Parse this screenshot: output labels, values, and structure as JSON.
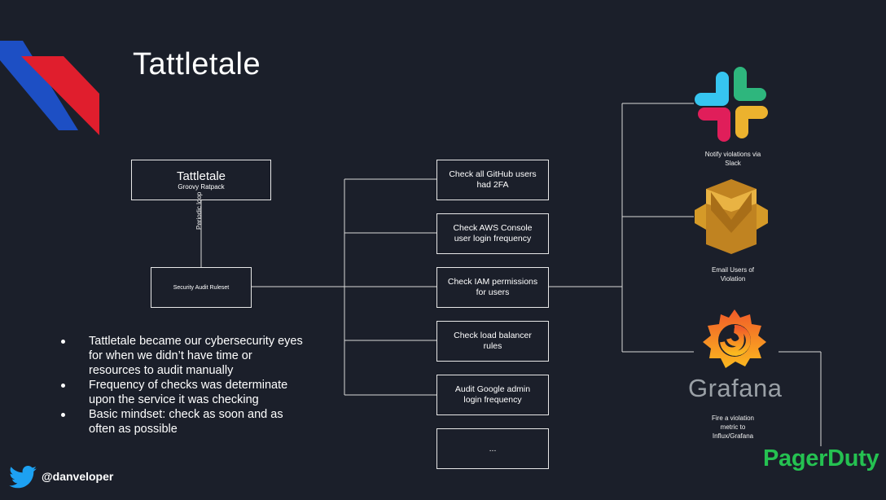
{
  "slide": {
    "title": "Tattletale",
    "main_box": {
      "title": "Tattletale",
      "subtitle": "Groovy Ratpack"
    },
    "loop_label": "Periodic loop",
    "ruleset_label": "Security Audit Ruleset",
    "checks": [
      {
        "label": "Check all GitHub users had 2FA"
      },
      {
        "label": "Check AWS Console user login frequency"
      },
      {
        "label": "Check IAM permissions for users"
      },
      {
        "label": "Check load balancer rules"
      },
      {
        "label": "Audit Google admin login frequency"
      },
      {
        "label": "..."
      }
    ],
    "outputs": {
      "slack_caption": "Notify violations via Slack",
      "email_caption": "Email Users of Violation",
      "grafana_word": "Grafana",
      "grafana_caption": "Fire a violation metric to Influx/Grafana",
      "pagerduty_word": "PagerDuty"
    },
    "bullets": [
      "Tattletale became our cybersecurity eyes for when we didn’t have time or resources to audit manually",
      "Frequency of checks was determinate upon the service it was checking",
      "Basic mindset: check as soon and as often as possible"
    ],
    "footer": {
      "handle": "@danveloper"
    },
    "icons": [
      "logo-stripes",
      "slack-logo",
      "aws-ses-logo",
      "grafana-logo",
      "twitter-bird-icon"
    ],
    "colors": {
      "background": "#1b1f2a",
      "stripe_blue": "#1d4fc4",
      "stripe_red": "#e01e2d",
      "grafana_orange": "#f47a20",
      "pagerduty_green": "#25c151",
      "twitter_blue": "#1da1f2",
      "aws_gold": "#d59a28"
    }
  }
}
